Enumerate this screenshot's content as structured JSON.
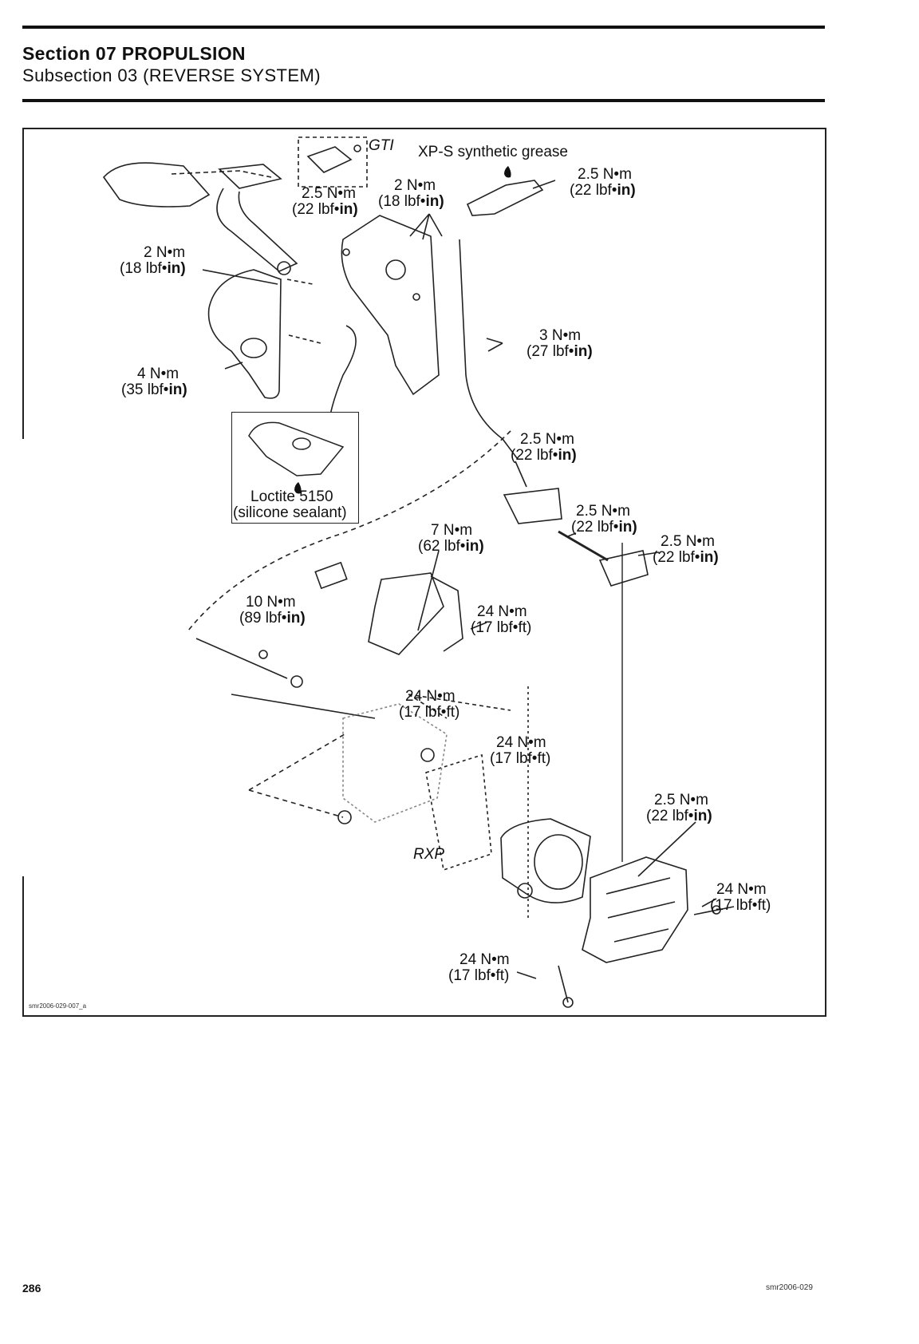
{
  "header": {
    "section": "Section 07 PROPULSION",
    "subsection": "Subsection 03 (REVERSE SYSTEM)"
  },
  "figure": {
    "gti": "GTI",
    "rxp": "RXP",
    "grease": "XP-S synthetic grease",
    "loctite_1": "Loctite 5150",
    "loctite_2": "(silicone sealant)",
    "t_25_nm": "2.5 N•m",
    "t_2_nm": "2 N•m",
    "t_3_nm": "3 N•m",
    "t_4_nm": "4 N•m",
    "t_7_nm": "7 N•m",
    "t_10_nm": "10 N•m",
    "t_24_nm": "24 N•m",
    "lbf_18": "(18 lbf•",
    "lbf_22": "(22 lbf•",
    "lbf_27": "(27 lbf•",
    "lbf_35": "(35 lbf•",
    "lbf_62": "(62 lbf•",
    "lbf_89": "(89 lbf•",
    "in_close": "in)",
    "ft_17": "(17 lbf•ft)",
    "figure_code": "smr2006-029-007_a"
  },
  "footer": {
    "page_number": "286",
    "code": "smr2006-029"
  }
}
